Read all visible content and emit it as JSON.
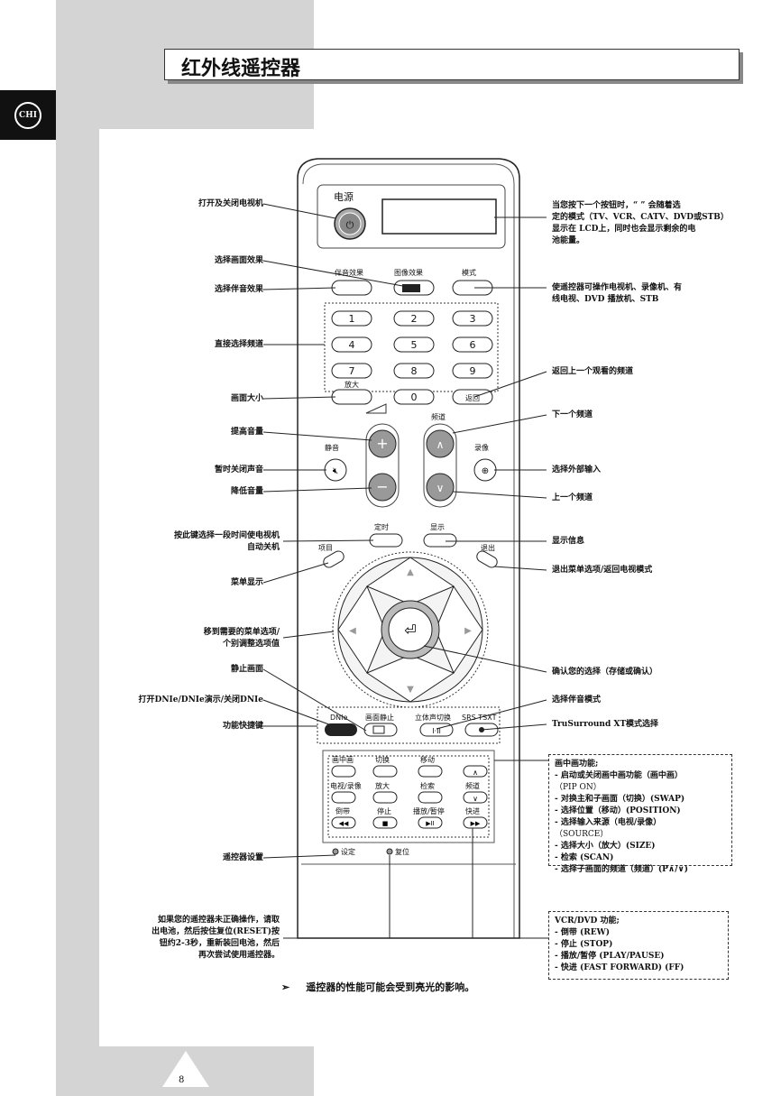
{
  "page_title": "红外线遥控器",
  "lang_badge": "CHI",
  "page_number": "8",
  "note": "遥控器的性能可能会受到亮光的影响。",
  "remote": {
    "power": "电源",
    "audio_effect": "伴音效果",
    "picture_effect": "图像效果",
    "mode": "模式",
    "digits": [
      "1",
      "2",
      "3",
      "4",
      "5",
      "6",
      "7",
      "8",
      "9",
      "0"
    ],
    "zoom": "放大",
    "return": "返回",
    "channel": "频道",
    "mute": "静音",
    "record": "录像",
    "timer": "定时",
    "display": "显示",
    "menu": "项目",
    "exit": "退出",
    "dnie": "DNIe",
    "still": "画面静止",
    "stereo": "立体声切换",
    "stereo_symbol": "I·II",
    "srs": "SRS TSXT",
    "pip": "画中画",
    "swap": "切换",
    "move": "移动",
    "tv_vcr": "电视/录像",
    "size": "放大",
    "scan": "检索",
    "pip_channel": "频道",
    "rew": "倒带",
    "stop": "停止",
    "play_pause": "播放/暂停",
    "ff": "快进",
    "set": "设定",
    "reset": "复位"
  },
  "left_labels": [
    "打开及关闭电视机",
    "选择画面效果",
    "选择伴音效果",
    "直接选择频道",
    "画面大小",
    "提高音量",
    "暂时关闭声音",
    "降低音量",
    "按此键选择一段时间使电视机\n自动关机",
    "菜单显示",
    "移到需要的菜单选项/\n个别调整选项值",
    "静止画面",
    "打开DNIe/DNIe演示/关闭DNIe",
    "功能快捷键",
    "遥控器设置",
    "如果您的遥控器未正确操作，请取\n出电池，然后按住复位(RESET)按\n钮约2-3秒，重新装回电池，然后\n再次尝试使用遥控器。"
  ],
  "right_labels": [
    "当您按下一个按钮时，“ ” 会随着选\n定的模式（TV、VCR、CATV、DVD或STB）\n显示在 LCD上，同时也会显示剩余的电\n池能量。",
    "使遥控器可操作电视机、录像机、有\n线电视、DVD 播放机、STB",
    "返回上一个观看的频道",
    "下一个频道",
    "选择外部输入",
    "上一个频道",
    "显示信息",
    "退出菜单选项/返回电视模式",
    "确认您的选择（存储或确认）",
    "选择伴音模式",
    "TruSurround XT模式选择"
  ],
  "pip_box": {
    "heading": "画中画功能;",
    "items": [
      "- 启动或关闭画中画功能（画中画）",
      "（PIP ON）",
      "- 对换主和子画面（切换）(SWAP)",
      "- 选择位置（移动）(POSITION)",
      "- 选择输入来源（电视/录像）",
      "（SOURCE）",
      "- 选择大小（放大）(SIZE)",
      "- 检索 (SCAN)",
      "- 选择子画面的频道（频道）(P∧/∨)"
    ]
  },
  "vcr_box": {
    "heading": "VCR/DVD 功能;",
    "items": [
      "- 倒带 (REW)",
      "- 停止 (STOP)",
      "- 播放/暂停 (PLAY/PAUSE)",
      "- 快进 (FAST FORWARD) (FF)"
    ]
  }
}
